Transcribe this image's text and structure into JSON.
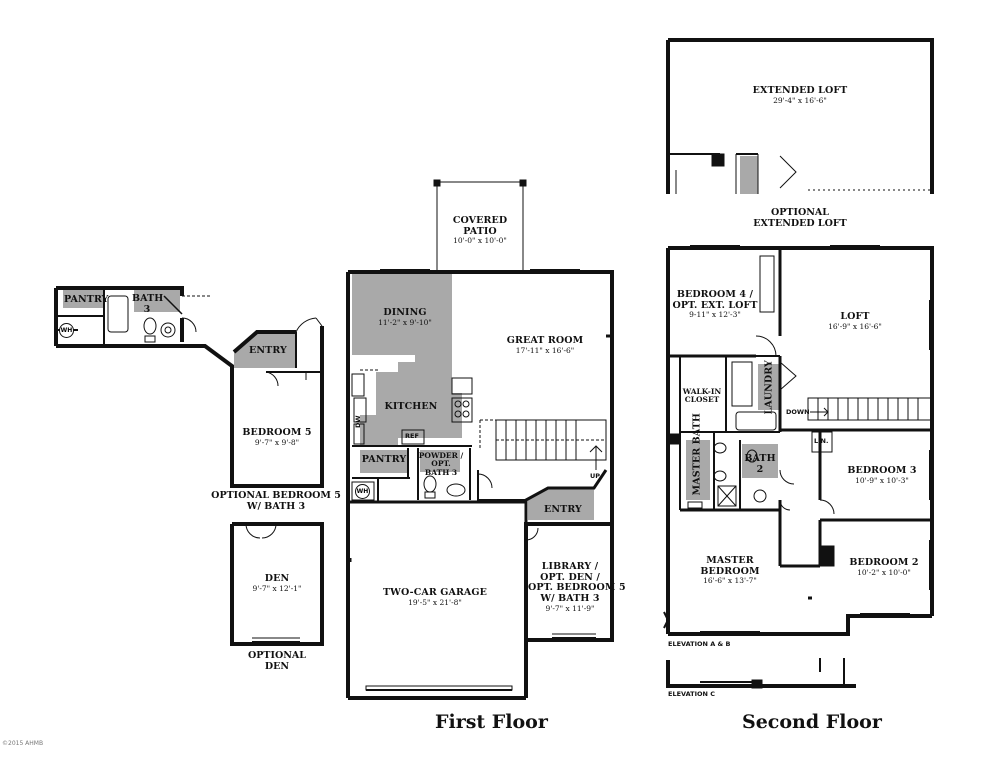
{
  "rooms": {
    "pantry_left": {
      "name": "PANTRY"
    },
    "bath3_left": {
      "name": "BATH",
      "num": "3"
    },
    "entry_left": {
      "name": "ENTRY"
    },
    "bedroom5": {
      "name": "BEDROOM 5",
      "dims": "9'-7\" x 9'-8\""
    },
    "den": {
      "name": "DEN",
      "dims": "9'-7\" x 12'-1\""
    },
    "covered_patio": {
      "name1": "COVERED",
      "name2": "PATIO",
      "dims": "10'-0\" x 10'-0\""
    },
    "dining": {
      "name": "DINING",
      "dims": "11'-2\" x 9'-10\""
    },
    "great_room": {
      "name": "GREAT ROOM",
      "dims": "17'-11\" x 16'-6\""
    },
    "kitchen": {
      "name": "KITCHEN"
    },
    "pantry": {
      "name": "PANTRY"
    },
    "powder": {
      "line1": "POWDER /",
      "line2": "OPT.",
      "line3": "BATH 3"
    },
    "entry": {
      "name": "ENTRY"
    },
    "garage": {
      "name": "TWO-CAR GARAGE",
      "dims": "19'-5\" x 21'-8\""
    },
    "library": {
      "line1": "LIBRARY /",
      "line2": "OPT. DEN /",
      "line3": "OPT. BEDROOM 5",
      "line4": "W/ BATH 3",
      "dims": "9'-7\" x 11'-9\""
    },
    "extended_loft": {
      "name": "EXTENDED LOFT",
      "dims": "29'-4\" x 16'-6\""
    },
    "bedroom4": {
      "line1": "BEDROOM 4 /",
      "line2": "OPT. EXT. LOFT",
      "dims": "9-11\" x 12'-3\""
    },
    "loft": {
      "name": "LOFT",
      "dims": "16'-9\" x 16'-6\""
    },
    "walkin": {
      "line1": "WALK-IN",
      "line2": "CLOSET"
    },
    "laundry": {
      "name": "LAUNDRY"
    },
    "master_bath": {
      "name": "MASTER BATH"
    },
    "bath2": {
      "name": "BATH",
      "num": "2"
    },
    "bedroom3": {
      "name": "BEDROOM 3",
      "dims": "10'-9\" x 10'-3\""
    },
    "master_bedroom": {
      "line1": "MASTER",
      "line2": "BEDROOM",
      "dims": "16'-6\" x 13'-7\""
    },
    "bedroom2": {
      "name": "BEDROOM 2",
      "dims": "10'-2\" x 10'-0\""
    },
    "lin": {
      "name": "LIN."
    }
  },
  "fixtures": {
    "dw": "DW",
    "ref": "REF",
    "wh": "WH",
    "up": "UP",
    "down": "DOWN"
  },
  "captions": {
    "opt_bedroom5_l1": "OPTIONAL BEDROOM 5",
    "opt_bedroom5_l2": "W/ BATH 3",
    "opt_den_l1": "OPTIONAL",
    "opt_den_l2": "DEN",
    "opt_ext_loft_l1": "OPTIONAL",
    "opt_ext_loft_l2": "EXTENDED LOFT",
    "elevation_ab": "ELEVATION A & B",
    "elevation_c": "ELEVATION C"
  },
  "floors": {
    "first": "First Floor",
    "second": "Second Floor"
  },
  "copyright": "©2015 AHMB",
  "colors": {
    "wall": "#111111",
    "shade": "#a9a9a9",
    "paper": "#ffffff"
  }
}
